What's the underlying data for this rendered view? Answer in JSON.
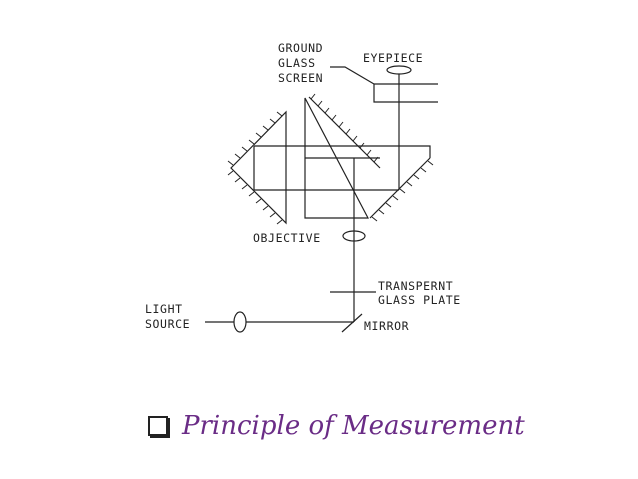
{
  "labels": {
    "ground_line1": "GROUND",
    "ground_line2": "GLASS",
    "ground_line3": "SCREEN",
    "eyepiece": "EYEPIECE",
    "objective": "OBJECTIVE",
    "plate_line1": "TRANSPERNT",
    "plate_line2": "GLASS PLATE",
    "light_line1": "LIGHT",
    "light_line2": "SOURCE",
    "mirror": "MIRROR"
  },
  "caption": {
    "bullet_icon": "checkbox-square-icon",
    "text": "Principle of Measurement",
    "color": "#6a2c86"
  }
}
